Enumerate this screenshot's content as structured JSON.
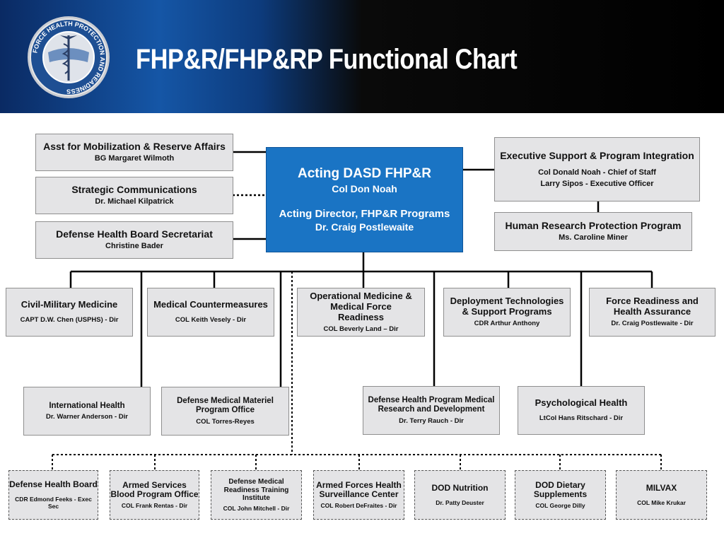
{
  "title": "FHP&R/FHP&RP Functional Chart",
  "seal": {
    "text": "FORCE HEALTH PROTECTION AND READINESS"
  },
  "center": {
    "line1": "Acting DASD FHP&R",
    "line2": "Col Don Noah",
    "line3": "Acting Director, FHP&R Programs",
    "line4": "Dr. Craig Postlewaite"
  },
  "left_boxes": [
    {
      "title": "Asst for Mobilization & Reserve Affairs",
      "sub": "BG Margaret Wilmoth"
    },
    {
      "title": "Strategic Communications",
      "sub": "Dr. Michael Kilpatrick"
    },
    {
      "title": "Defense Health Board Secretariat",
      "sub": "Christine Bader"
    }
  ],
  "right_boxes": [
    {
      "title": "Executive Support & Program Integration",
      "sub1": "Col Donald Noah - Chief  of  Staff",
      "sub2": "Larry Sipos - Executive Officer"
    },
    {
      "title": "Human Research Protection Program",
      "sub": "Ms. Caroline Miner"
    }
  ],
  "row1": [
    {
      "title": "Civil-Military Medicine",
      "sub": "CAPT D.W. Chen (USPHS) - Dir"
    },
    {
      "title": "Medical Countermeasures",
      "sub": "COL Keith Vesely - Dir"
    },
    {
      "title": "Operational Medicine & Medical Force Readiness",
      "sub": "COL Beverly Land – Dir"
    },
    {
      "title": "Deployment Technologies & Support Programs",
      "sub": "CDR Arthur Anthony"
    },
    {
      "title": "Force Readiness and Health Assurance",
      "sub": "Dr. Craig Postlewaite - Dir"
    }
  ],
  "row2": [
    {
      "title": "International Health",
      "sub": "Dr. Warner Anderson - Dir"
    },
    {
      "title": "Defense Medical Materiel Program Office",
      "sub": "COL Torres-Reyes"
    },
    {
      "title": "Defense Health Program Medical Research and Development",
      "sub": "Dr. Terry Rauch - Dir"
    },
    {
      "title": "Psychological Health",
      "sub": "LtCol Hans Ritschard - Dir"
    }
  ],
  "row3": [
    {
      "title": "Defense Health Board",
      "sub": "CDR Edmond Feeks - Exec Sec"
    },
    {
      "title": "Armed Services Blood Program Office",
      "sub": "COL Frank Rentas - Dir"
    },
    {
      "title": "Defense Medical Readiness Training Institute",
      "sub": "COL John Mitchell - Dir"
    },
    {
      "title": "Armed Forces Health Surveillance Center",
      "sub": "COL Robert DeFraites - Dir"
    },
    {
      "title": "DOD Nutrition",
      "sub": "Dr. Patty Deuster"
    },
    {
      "title": "DOD Dietary Supplements",
      "sub": "COL George Dilly"
    },
    {
      "title": "MILVAX",
      "sub": "COL Mike Krukar"
    }
  ]
}
